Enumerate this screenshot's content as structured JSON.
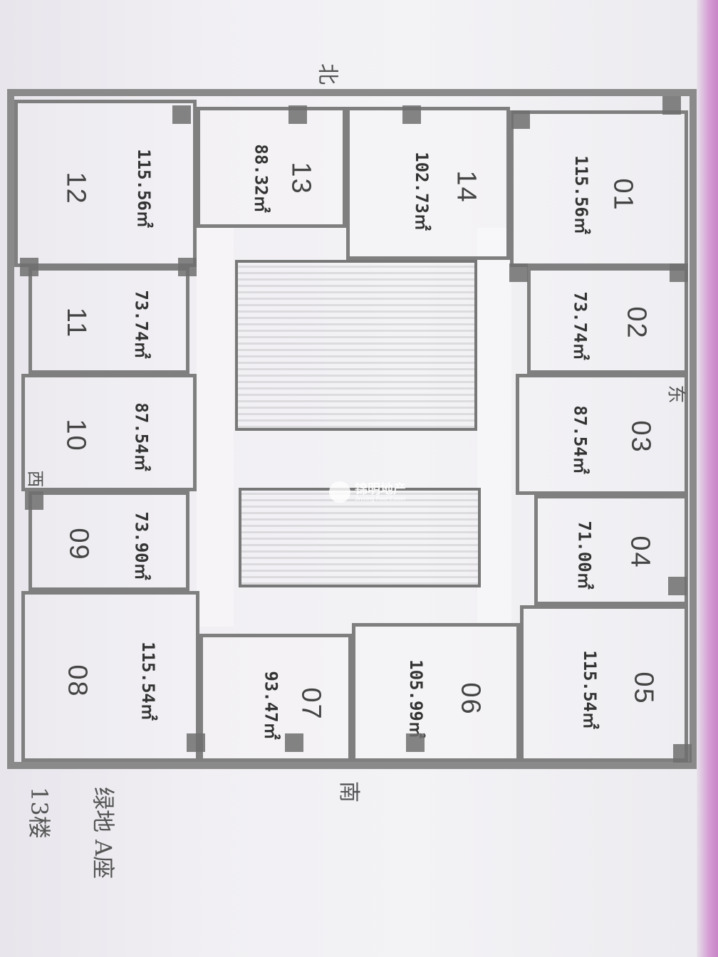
{
  "units": [
    {
      "num": "01",
      "area": "115.56㎡"
    },
    {
      "num": "02",
      "area": "73.74㎡"
    },
    {
      "num": "03",
      "area": "87.54㎡"
    },
    {
      "num": "04",
      "area": "71.00㎡"
    },
    {
      "num": "05",
      "area": "115.54㎡"
    },
    {
      "num": "06",
      "area": "105.99㎡"
    },
    {
      "num": "07",
      "area": "93.47㎡"
    },
    {
      "num": "08",
      "area": "115.54㎡"
    },
    {
      "num": "09",
      "area": "73.90㎡"
    },
    {
      "num": "10",
      "area": "87.54㎡"
    },
    {
      "num": "11",
      "area": "73.74㎡"
    },
    {
      "num": "12",
      "area": "115.56㎡"
    },
    {
      "num": "13",
      "area": "88.32㎡"
    },
    {
      "num": "14",
      "area": "102.73㎡"
    }
  ],
  "compass": {
    "north": "北",
    "south": "南",
    "west": "西",
    "east": "东"
  },
  "handwriting": {
    "line1": "绿地 A座",
    "line2": "13楼"
  },
  "watermark": {
    "text": "锦明地产",
    "sub": "Jinming Real Estate"
  }
}
